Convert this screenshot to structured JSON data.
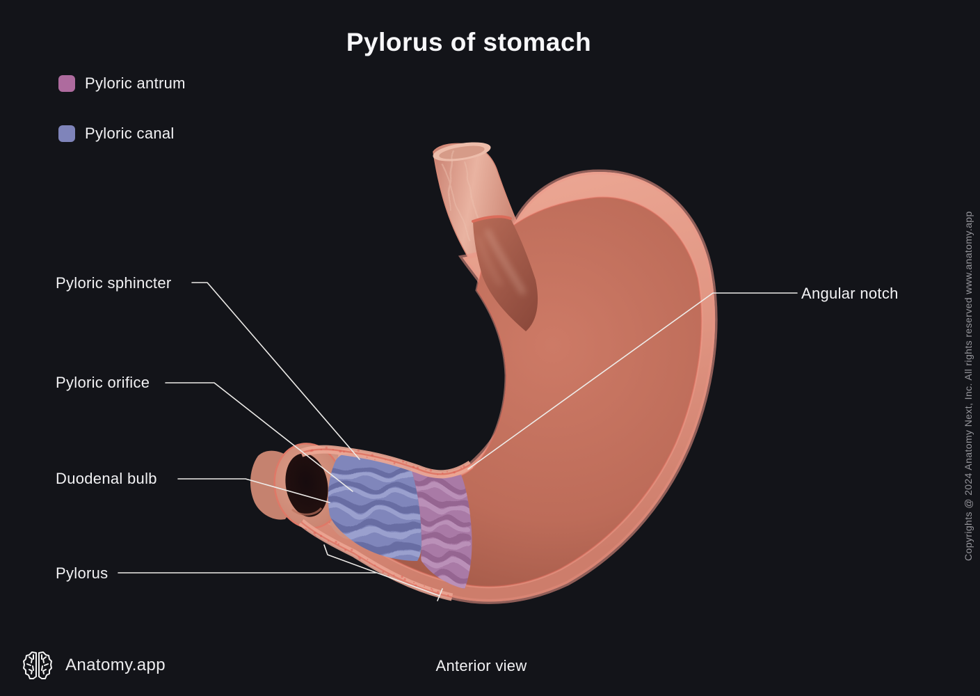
{
  "title": "Pylorus of stomach",
  "legend": {
    "items": [
      {
        "label": "Pyloric antrum",
        "color": "#ae6b9e"
      },
      {
        "label": "Pyloric canal",
        "color": "#7f84ba"
      }
    ]
  },
  "annotations": {
    "pyloric_sphincter": "Pyloric sphincter",
    "pyloric_orifice": "Pyloric orifice",
    "duodenal_bulb": "Duodenal bulb",
    "pylorus": "Pylorus",
    "angular_notch": "Angular notch"
  },
  "footer": {
    "brand": "Anatomy.app",
    "view_label": "Anterior view"
  },
  "copyright": "Copyrights @ 2024 Anatomy Next, Inc. All rights reserved www.anatomy.app",
  "colors": {
    "background": "#131419",
    "antrum": "#a97aa6",
    "canal": "#8086bb",
    "leader_line": "#eeece9",
    "label_text": "#f2f2f4"
  }
}
